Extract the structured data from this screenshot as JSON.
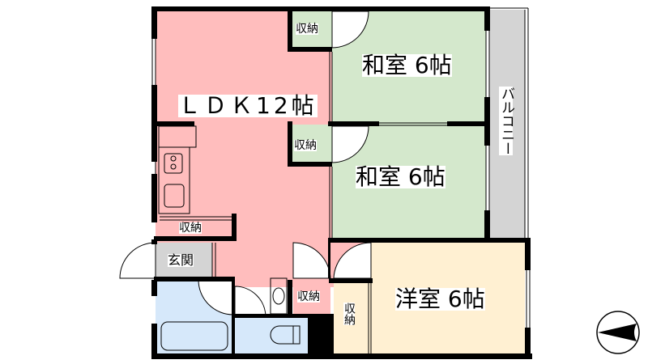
{
  "floor_plan": {
    "rooms": {
      "ldk": {
        "label": "ＬＤＫ12帖",
        "color": "#ffbdbd"
      },
      "washitsu_1": {
        "label": "和室 6帖",
        "color": "#d4e8cc"
      },
      "washitsu_2": {
        "label": "和室 6帖",
        "color": "#d4e8cc"
      },
      "yoshitsu": {
        "label": "洋室 6帖",
        "color": "#fff0d2"
      },
      "balcony": {
        "label": "バルコニー",
        "color": "#d4d4d4"
      },
      "genkan": {
        "label": "玄関",
        "color": "#d4d4d4"
      },
      "bath": {
        "color": "#d6e8fa"
      },
      "toilet": {
        "color": "#d6e8fa"
      }
    },
    "storage": {
      "closet_top": "収納",
      "closet_mid": "収納",
      "closet_kitchen": "収納",
      "closet_hall": "収納",
      "closet_yoshitsu": "収納"
    },
    "compass": {
      "direction": "west"
    }
  }
}
